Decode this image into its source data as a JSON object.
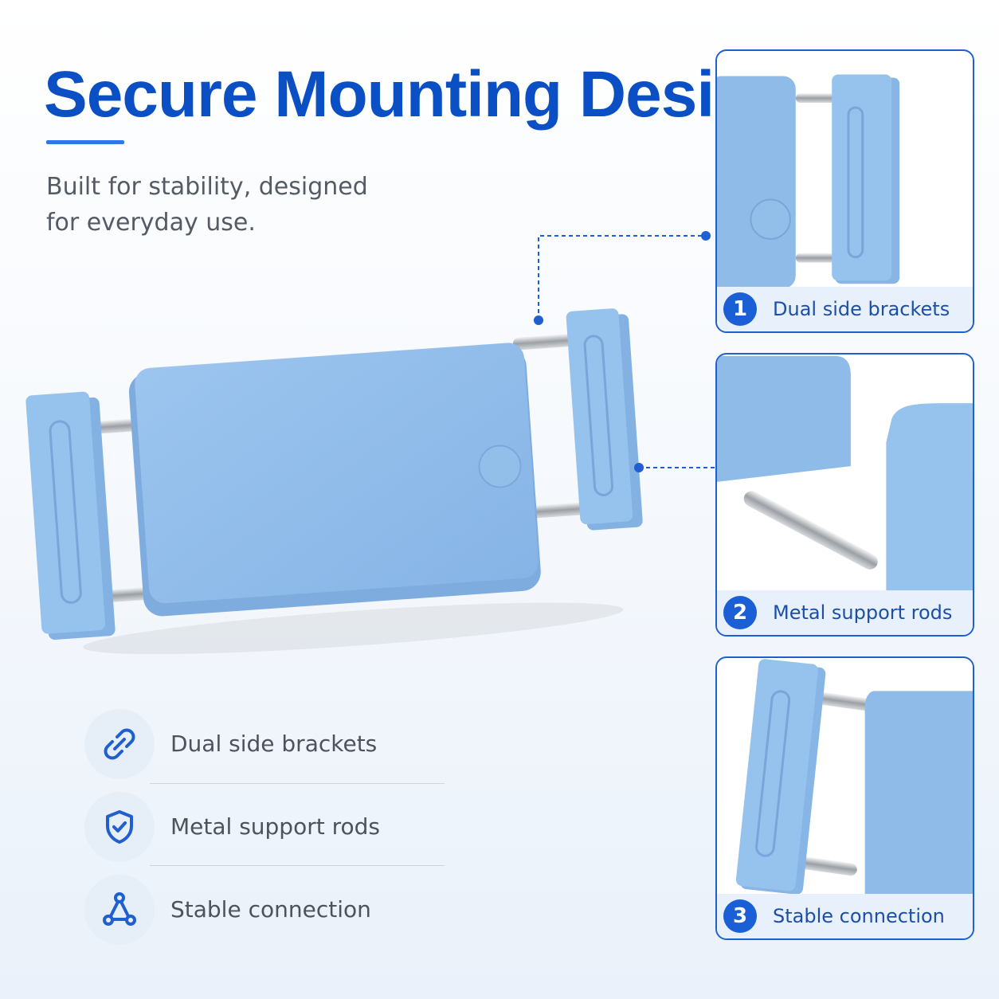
{
  "heading": "Secure Mounting Design",
  "subtitle": "Built for stability, designed for everyday use.",
  "features": [
    {
      "label": "Dual side brackets",
      "icon": "link-icon"
    },
    {
      "label": "Metal support rods",
      "icon": "shield-check-icon"
    },
    {
      "label": "Stable connection",
      "icon": "triangle-nodes-icon"
    }
  ],
  "panels": [
    {
      "number": "1",
      "caption": "Dual side brackets"
    },
    {
      "number": "2",
      "caption": "Metal support rods"
    },
    {
      "number": "3",
      "caption": "Stable connection"
    }
  ],
  "colors": {
    "brand_blue": "#0a4fc4",
    "accent_blue": "#2b78ea",
    "product_blue": "#8fbbe8",
    "caption_bg": "#e8f0fb",
    "text_gray": "#555b64"
  }
}
